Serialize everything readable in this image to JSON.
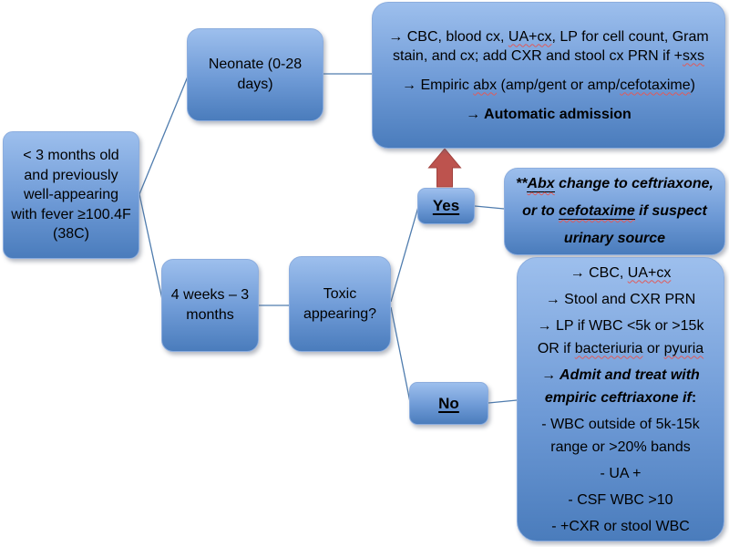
{
  "colors": {
    "background": "#ffffff",
    "box_gradient_top": "#9dbfed",
    "box_gradient_bottom": "#4a7cbc",
    "box_border": "#8cadde",
    "connector_line": "#4f7cae",
    "admission_arrow_red": "#bd534e",
    "spellcheck_squiggle": "#e05a5a",
    "text": "#000000"
  },
  "icons": {
    "admission_arrow": "up-block-arrow",
    "bullet": "right-arrow"
  },
  "nodes": {
    "root": {
      "text": "< 3 months old and previously well-appearing with fever ≥100.4F (38C)"
    },
    "neonate": {
      "text": "Neonate (0-28 days)"
    },
    "neonate_plan": {
      "line1": {
        "pre": "→ CBC, blood cx, ",
        "sp1": "UA+cx",
        "mid": ", LP for cell count, Gram stain, and cx; add CXR and stool cx PRN if +",
        "sp2": "sxs"
      },
      "line2": {
        "pre": "→ Empiric ",
        "sp1": "abx",
        "mid": " (amp/gent or amp/",
        "sp2": "cefotaxime",
        "post": ")"
      },
      "line3": "→ Automatic admission"
    },
    "older": {
      "text": "4 weeks – 3 months"
    },
    "toxic": {
      "text": "Toxic appearing?"
    },
    "yes": {
      "text": "Yes"
    },
    "no": {
      "text": "No"
    },
    "abx_note": {
      "stars": "**",
      "sp1": "Abx",
      "mid1": " change to ceftriaxone, or to ",
      "sp2": "cefotaxime",
      "mid2": " if suspect urinary source"
    },
    "older_plan": {
      "line1": {
        "pre": "→ CBC, ",
        "sp1": "UA+cx"
      },
      "line2": "→ Stool and CXR PRN",
      "line3": {
        "pre": "→ LP if WBC <5k or >15k OR if ",
        "sp1": "bacteriuria",
        "mid": " or ",
        "sp2": "pyuria"
      },
      "line4": {
        "main": "→ Admit and treat with empiric ceftriaxone if",
        "post": ":"
      },
      "line5": "- WBC outside of 5k-15k range or >20% bands",
      "line6": "- UA +",
      "line7": "- CSF WBC >10",
      "line8": "- +CXR or stool WBC"
    }
  }
}
